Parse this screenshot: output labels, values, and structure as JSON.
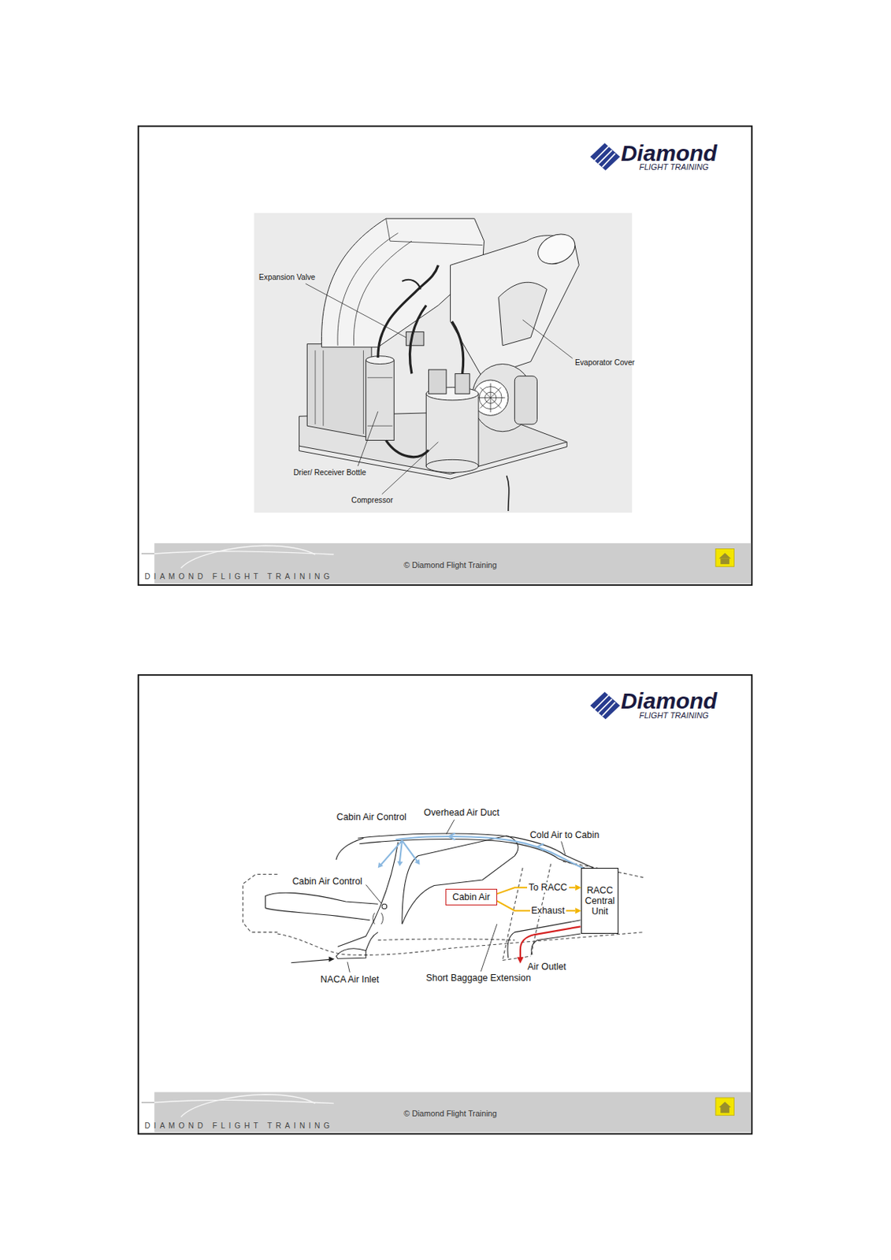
{
  "diagram": {
    "nodes": [
      {
        "text": [
          "Cabin Air"
        ]
      },
      {
        "text": [
          "RACC Central Unit"
        ]
      }
    ],
    "edges": [
      {
        "from": 0,
        "to": 1,
        "arrow": "to",
        "label": "To RACC"
      },
      {
        "from": 0,
        "to": 1,
        "arrow": "to",
        "label": "Exhaust"
      }
    ],
    "labels": [
      "Diamond",
      "FLIGHT TRAINING",
      "Expansion Valve",
      "Evaporator Cover",
      "Drier/ Receiver Bottle",
      "Compressor",
      "© Diamond Flight Training",
      "DIAMOND FLIGHT TRAINING",
      "Diamond",
      "FLIGHT TRAINING",
      "Cabin Air Control",
      "Overhead Air Duct",
      "Cold Air to Cabin",
      "Cabin Air Control",
      "Air Outlet",
      "NACA Air Inlet",
      "Short Baggage Extension",
      "© Diamond Flight Training",
      "DIAMOND FLIGHT TRAINING"
    ]
  }
}
